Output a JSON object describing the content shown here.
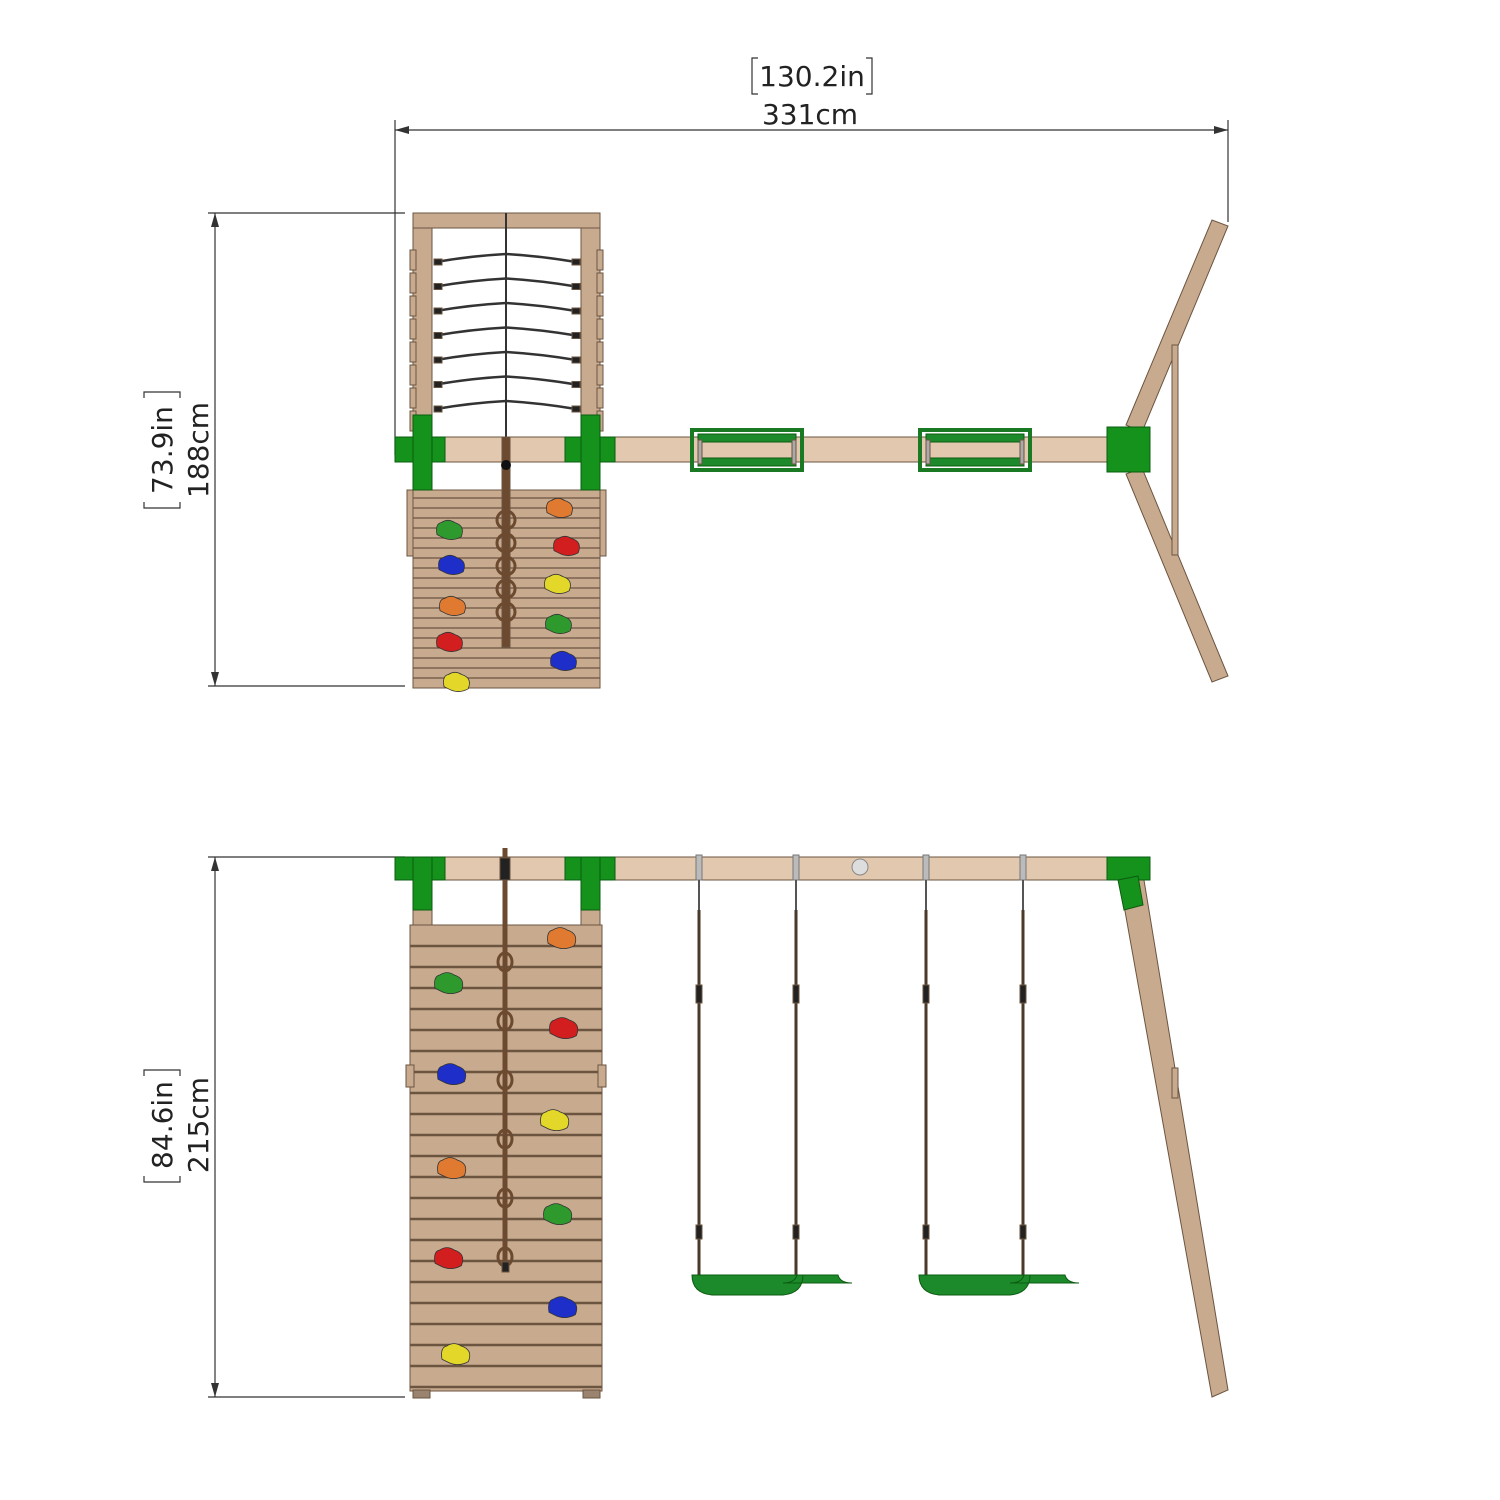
{
  "dimensions": {
    "top_width_in": "130.2in",
    "top_width_cm": "331cm",
    "top_depth_in": "73.9in",
    "top_depth_cm": "188cm",
    "front_height_in": "84.6in",
    "front_height_cm": "215cm"
  },
  "colors": {
    "wood": "#c8ab8f",
    "wood_dark": "#6b5440",
    "bracket_green": "#14921c",
    "seat_green": "#1c8a2a",
    "rope": "#6b4a30",
    "dimension_line": "#333333"
  },
  "top_view_holds": [
    "#2e9a2e",
    "#1d2fc8",
    "#e07a30",
    "#d21e1e",
    "#e3d82a",
    "#e07a30",
    "#d21e1e",
    "#e3d82a",
    "#2e9a2e",
    "#1d2fc8"
  ],
  "front_view_holds": [
    "#e07a30",
    "#2e9a2e",
    "#d21e1e",
    "#1d2fc8",
    "#e3d82a",
    "#e07a30",
    "#2e9a2e",
    "#d21e1e",
    "#1d2fc8",
    "#e3d82a"
  ]
}
